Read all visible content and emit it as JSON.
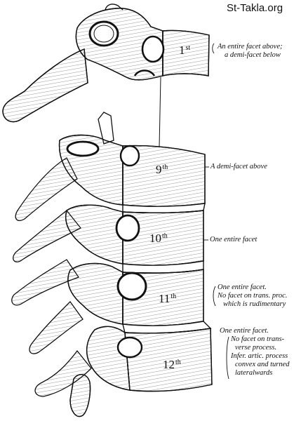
{
  "watermark": "St-Takla.org",
  "vertebrae": {
    "v1": {
      "num": "1",
      "suffix": "st"
    },
    "v9": {
      "num": "9",
      "suffix": "th"
    },
    "v10": {
      "num": "10",
      "suffix": "th"
    },
    "v11": {
      "num": "11",
      "suffix": "th"
    },
    "v12": {
      "num": "12",
      "suffix": "th"
    }
  },
  "labels": {
    "first": [
      "An entire facet above;",
      "a demi-facet below"
    ],
    "ninth": [
      "A demi-facet above"
    ],
    "tenth": [
      "One entire facet"
    ],
    "eleventh": [
      "One entire facet.",
      "No facet on trans. proc.",
      "which is rudimentary"
    ],
    "twelfth": [
      "One entire facet.",
      "No facet on trans-",
      "verse process.",
      "Infer. artic. process",
      "convex and turned",
      "lateralwards"
    ]
  },
  "colors": {
    "ink": "#111111",
    "bone": "#ffffff",
    "shade": "#555555"
  }
}
